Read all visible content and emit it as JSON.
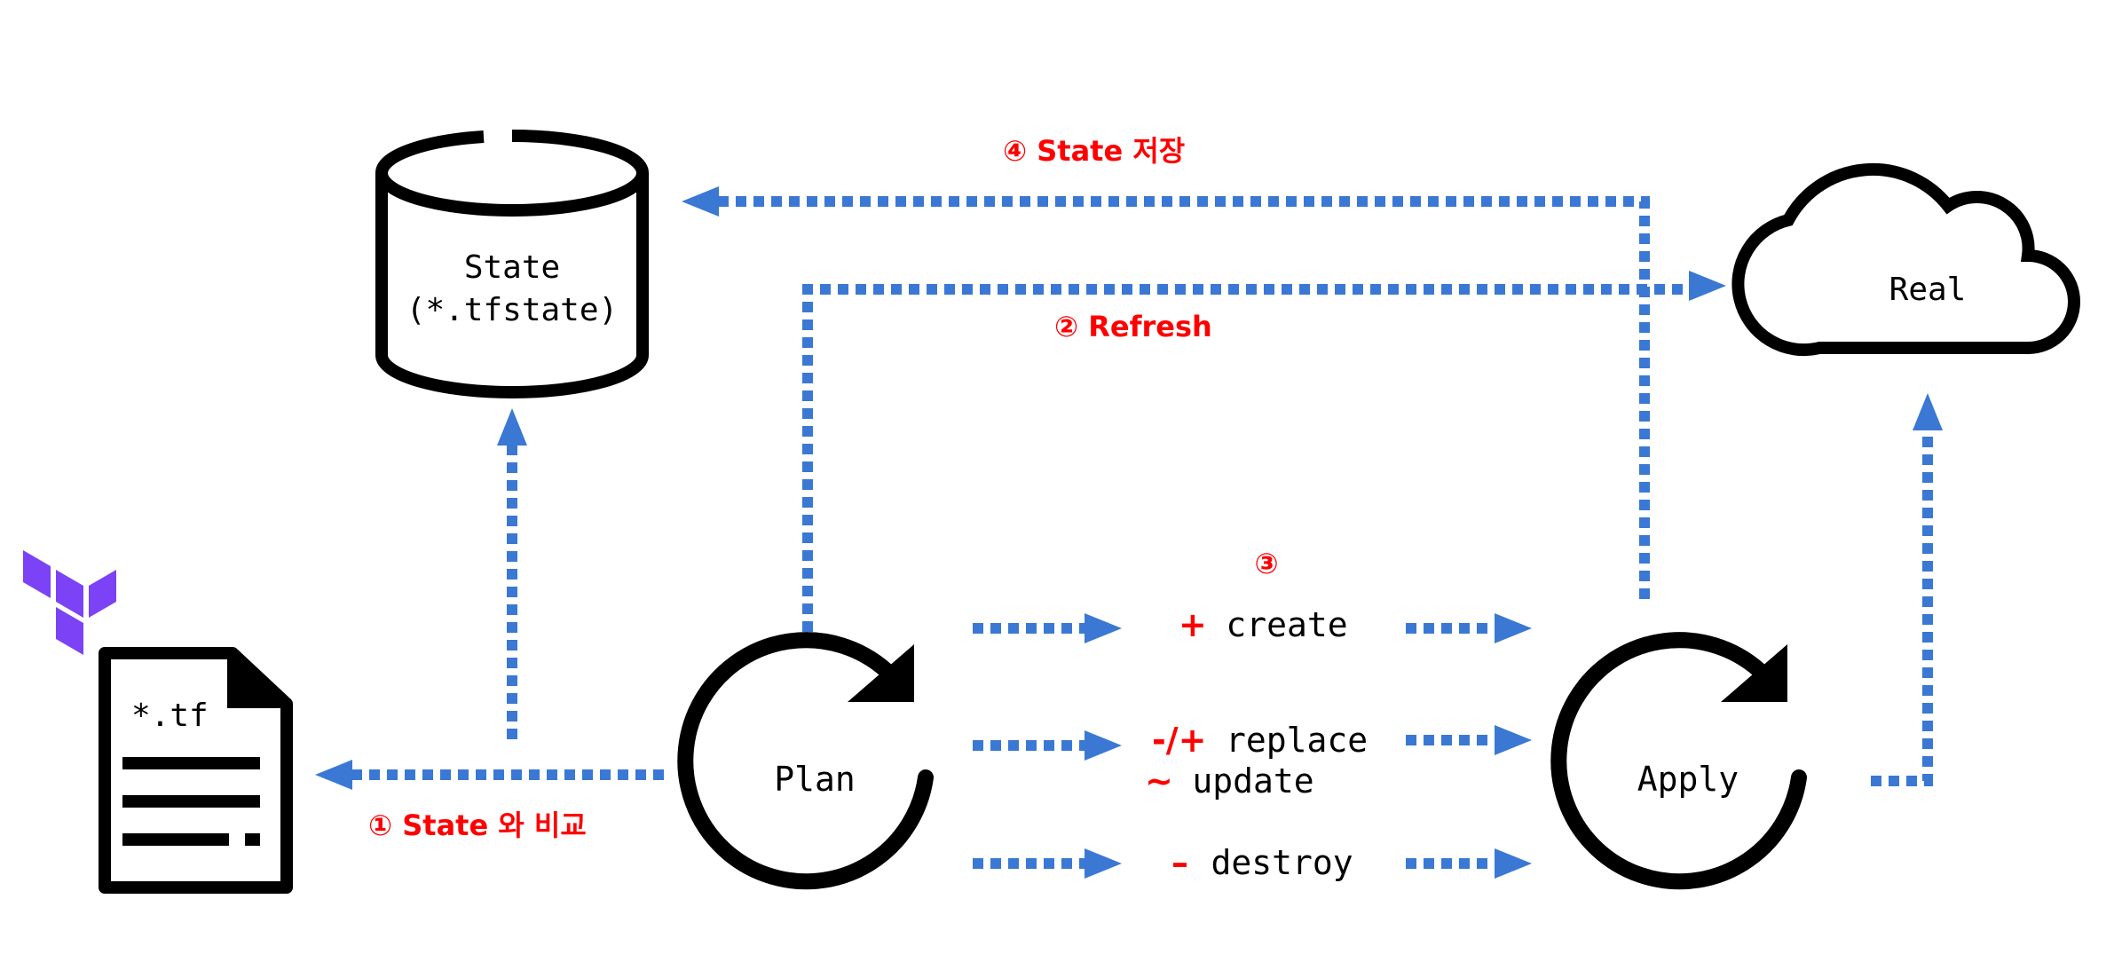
{
  "nodes": {
    "state_line1": "State",
    "state_line2": "(*.tfstate)",
    "real": "Real",
    "tf_file": "*.tf",
    "plan": "Plan",
    "apply": "Apply"
  },
  "steps": {
    "step1": "① State 와 비교",
    "step2": "② Refresh",
    "step3": "③",
    "step4": "④ State 저장"
  },
  "actions": {
    "create_symbol": "+",
    "create_label": "create",
    "replace_symbol": "-/+",
    "replace_label": "replace",
    "update_symbol": "~",
    "update_label": "update",
    "destroy_symbol": "–",
    "destroy_label": "destroy"
  },
  "colors": {
    "arrow": "#3a78d4",
    "step_text": "#ff0000",
    "terraform_logo": "#7b42f6"
  },
  "icons": [
    "database-icon",
    "cloud-icon",
    "file-icon",
    "terraform-logo-icon",
    "refresh-icon"
  ]
}
